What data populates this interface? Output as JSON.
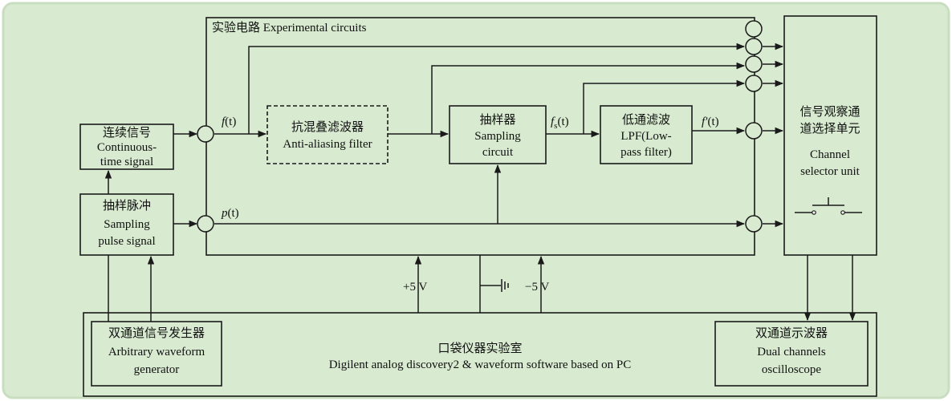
{
  "colors": {
    "background": "#d8ebd0",
    "border": "#c9ddc0",
    "line": "#1a1a1a"
  },
  "region_label": "实验电路 Experimental circuits",
  "blocks": {
    "continuous": {
      "cn": "连续信号",
      "en1": "Continuous-",
      "en2": "time signal"
    },
    "pulse": {
      "cn": "抽样脉冲",
      "en1": "Sampling",
      "en2": "pulse signal"
    },
    "antialias": {
      "cn": "抗混叠滤波器",
      "en1": "Anti-aliasing filter"
    },
    "sampler": {
      "cn": "抽样器",
      "en1": "Sampling",
      "en2": "circuit"
    },
    "lpf": {
      "cn": "低通滤波",
      "en1": "LPF(Low-",
      "en2": "pass filter)"
    },
    "selector": {
      "cn1": "信号观察通",
      "cn2": "道选择单元",
      "en1": "Channel",
      "en2": "selector unit"
    },
    "awg": {
      "cn": "双通道信号发生器",
      "en1": "Arbitrary waveform",
      "en2": "generator"
    },
    "lab": {
      "cn": "口袋仪器实验室",
      "en1": "Digilent analog discovery2 & waveform software based on PC"
    },
    "scope": {
      "cn": "双通道示波器",
      "en1": "Dual channels",
      "en2": "oscilloscope"
    }
  },
  "signals": {
    "f_main": "f",
    "f_arg": "(t)",
    "fs_main": "f",
    "fs_sub": "s",
    "fs_arg": "(t)",
    "fp_main": "f′",
    "fp_arg": "(t)",
    "p_main": "p",
    "p_arg": "(t)"
  },
  "power": {
    "plus": "+5 V",
    "minus": "−5 V"
  }
}
